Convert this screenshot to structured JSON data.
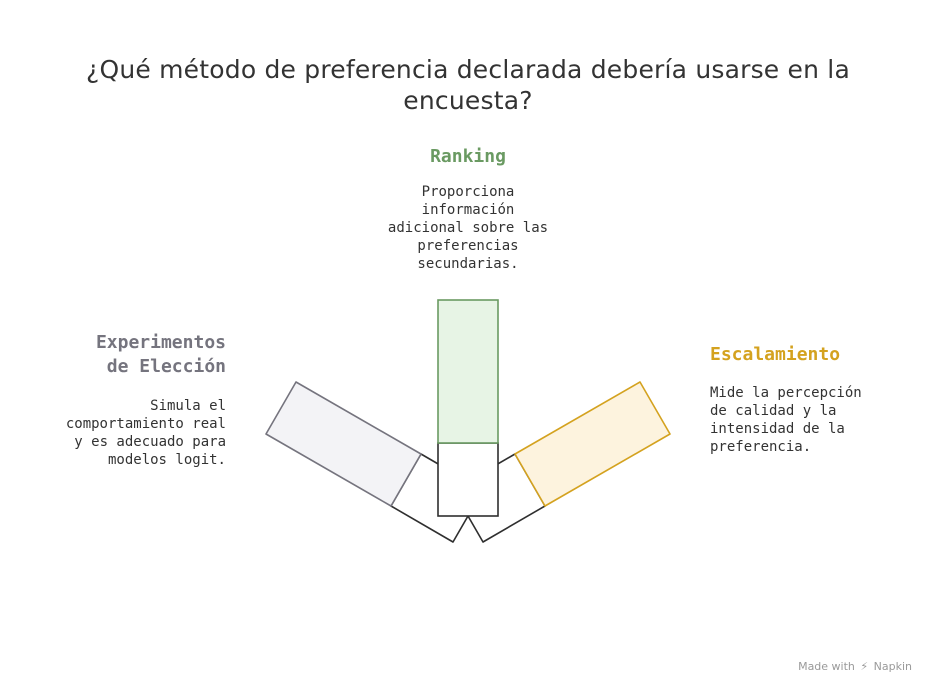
{
  "title": "¿Qué método de preferencia declarada debería usarse en la encuesta?",
  "options": {
    "ranking": {
      "heading": "Ranking",
      "description_lines": [
        "Proporciona",
        "información",
        "adicional sobre las",
        "preferencias",
        "secundarias."
      ],
      "color": "#6a9a62",
      "fill": "#e7f4e5"
    },
    "choice_experiments": {
      "heading_lines": [
        "Experimentos",
        "de Elección"
      ],
      "description_lines": [
        "Simula el",
        "comportamiento real",
        "y es adecuado para",
        "modelos logit."
      ],
      "color": "#75747e",
      "fill": "#f3f3f6"
    },
    "scaling": {
      "heading": "Escalamiento",
      "description_lines": [
        "Mide la percepción",
        "de calidad y la",
        "intensidad de la",
        "preferencia."
      ],
      "color": "#d4a21f",
      "fill": "#fdf3de"
    }
  },
  "footer": {
    "made_with": "Made with",
    "brand": "Napkin",
    "brand_icon": "napkin-logo-icon"
  }
}
